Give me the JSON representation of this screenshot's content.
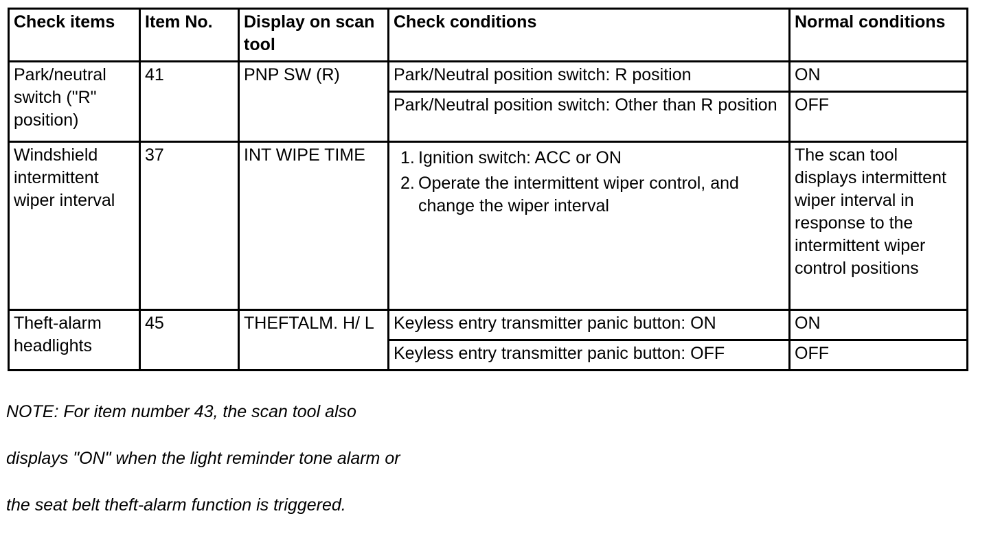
{
  "table": {
    "headers": [
      "Check items",
      "Item No.",
      "Display on scan tool",
      "Check conditions",
      "Normal conditions"
    ],
    "rows": [
      {
        "check_item": "Park/neutral switch (\"R\" position)",
        "item_no": "41",
        "display": "PNP SW (R)",
        "conditions": [
          {
            "condition": "Park/Neutral position switch: R position",
            "normal": "ON"
          },
          {
            "condition": "Park/Neutral position switch: Other than R position",
            "normal": "OFF"
          }
        ]
      },
      {
        "check_item": "Windshield intermittent wiper interval",
        "item_no": "37",
        "display": "INT WIPE TIME",
        "steps": [
          {
            "num": "1.",
            "text": "Ignition switch: ACC or ON"
          },
          {
            "num": "2.",
            "text": "Operate the intermittent wiper control, and change the wiper interval"
          }
        ],
        "normal": "The scan tool displays intermittent wiper interval in response to the intermittent wiper control positions"
      },
      {
        "check_item": "Theft-alarm headlights",
        "item_no": "45",
        "display": "THEFTALM. H/ L",
        "conditions": [
          {
            "condition": "Keyless entry transmitter panic button: ON",
            "normal": "ON"
          },
          {
            "condition": "Keyless entry transmitter panic button: OFF",
            "normal": "OFF"
          }
        ]
      }
    ]
  },
  "note": {
    "lines": [
      "NOTE: For item number 43, the scan tool also",
      "displays \"ON\" when the light reminder tone alarm or",
      "the seat belt theft-alarm function is triggered."
    ]
  }
}
